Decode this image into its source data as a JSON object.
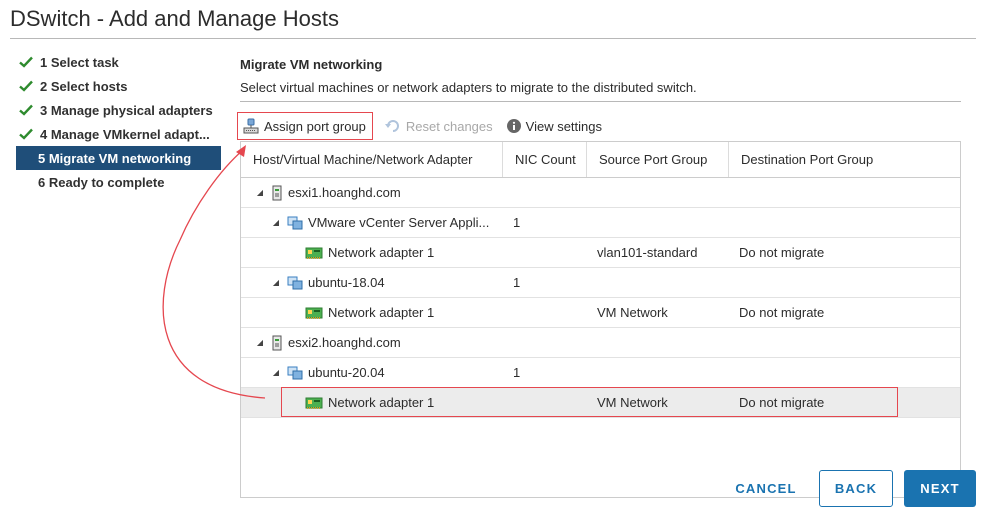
{
  "window": {
    "title": "DSwitch - Add and Manage Hosts"
  },
  "steps": [
    {
      "label": "1 Select task",
      "done": true
    },
    {
      "label": "2 Select hosts",
      "done": true
    },
    {
      "label": "3 Manage physical adapters",
      "done": true
    },
    {
      "label": "4 Manage VMkernel adapt...",
      "done": true
    },
    {
      "label": "5 Migrate VM networking",
      "active": true
    },
    {
      "label": "6 Ready to complete"
    }
  ],
  "main": {
    "title": "Migrate VM networking",
    "description": "Select virtual machines or network adapters to migrate to the distributed switch."
  },
  "toolbar": {
    "assign": "Assign port group",
    "reset": "Reset changes",
    "view": "View settings"
  },
  "grid": {
    "headers": [
      "Host/Virtual Machine/Network Adapter",
      "NIC Count",
      "Source Port Group",
      "Destination Port Group"
    ],
    "rows": [
      {
        "name": "esxi1.hoanghd.com",
        "nic": "",
        "source": "",
        "dest": ""
      },
      {
        "name": "VMware vCenter Server Appli...",
        "nic": "1",
        "source": "",
        "dest": ""
      },
      {
        "name": "Network adapter 1",
        "nic": "",
        "source": "vlan101-standard",
        "dest": "Do not migrate"
      },
      {
        "name": "ubuntu-18.04",
        "nic": "1",
        "source": "",
        "dest": ""
      },
      {
        "name": "Network adapter 1",
        "nic": "",
        "source": "VM Network",
        "dest": "Do not migrate"
      },
      {
        "name": "esxi2.hoanghd.com",
        "nic": "",
        "source": "",
        "dest": ""
      },
      {
        "name": "ubuntu-20.04",
        "nic": "1",
        "source": "",
        "dest": ""
      },
      {
        "name": "Network adapter 1",
        "nic": "",
        "source": "VM Network",
        "dest": "Do not migrate"
      }
    ]
  },
  "footer": {
    "cancel": "CANCEL",
    "back": "BACK",
    "next": "NEXT"
  },
  "colors": {
    "accent": "#1a73b0",
    "active_step": "#1f4e79",
    "annotation": "#e5474f",
    "check": "#2e8b2e"
  },
  "icons": [
    "check-icon",
    "assign-port-group-icon",
    "reset-icon",
    "info-icon",
    "host-icon",
    "vm-icon",
    "network-adapter-icon",
    "expand-caret-icon"
  ]
}
